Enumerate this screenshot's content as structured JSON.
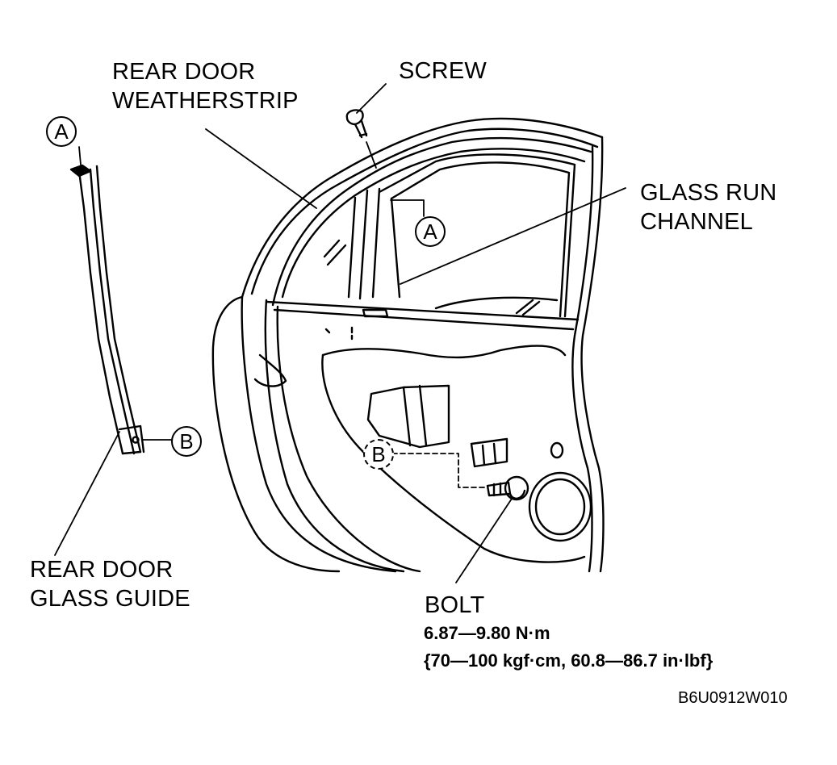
{
  "labels": {
    "rear_door_weatherstrip": [
      "REAR DOOR",
      "WEATHERSTRIP"
    ],
    "screw": "SCREW",
    "glass_run_channel": [
      "GLASS RUN",
      "CHANNEL"
    ],
    "rear_door_glass_guide": [
      "REAR DOOR",
      "GLASS GUIDE"
    ],
    "bolt": "BOLT"
  },
  "torque": {
    "line1": "6.87—9.80 N·m",
    "line2": "{70—100 kgf·cm, 60.8—86.7 in·lbf}"
  },
  "refs": {
    "a": "A",
    "b": "B"
  },
  "figure_code": "B6U0912W010"
}
